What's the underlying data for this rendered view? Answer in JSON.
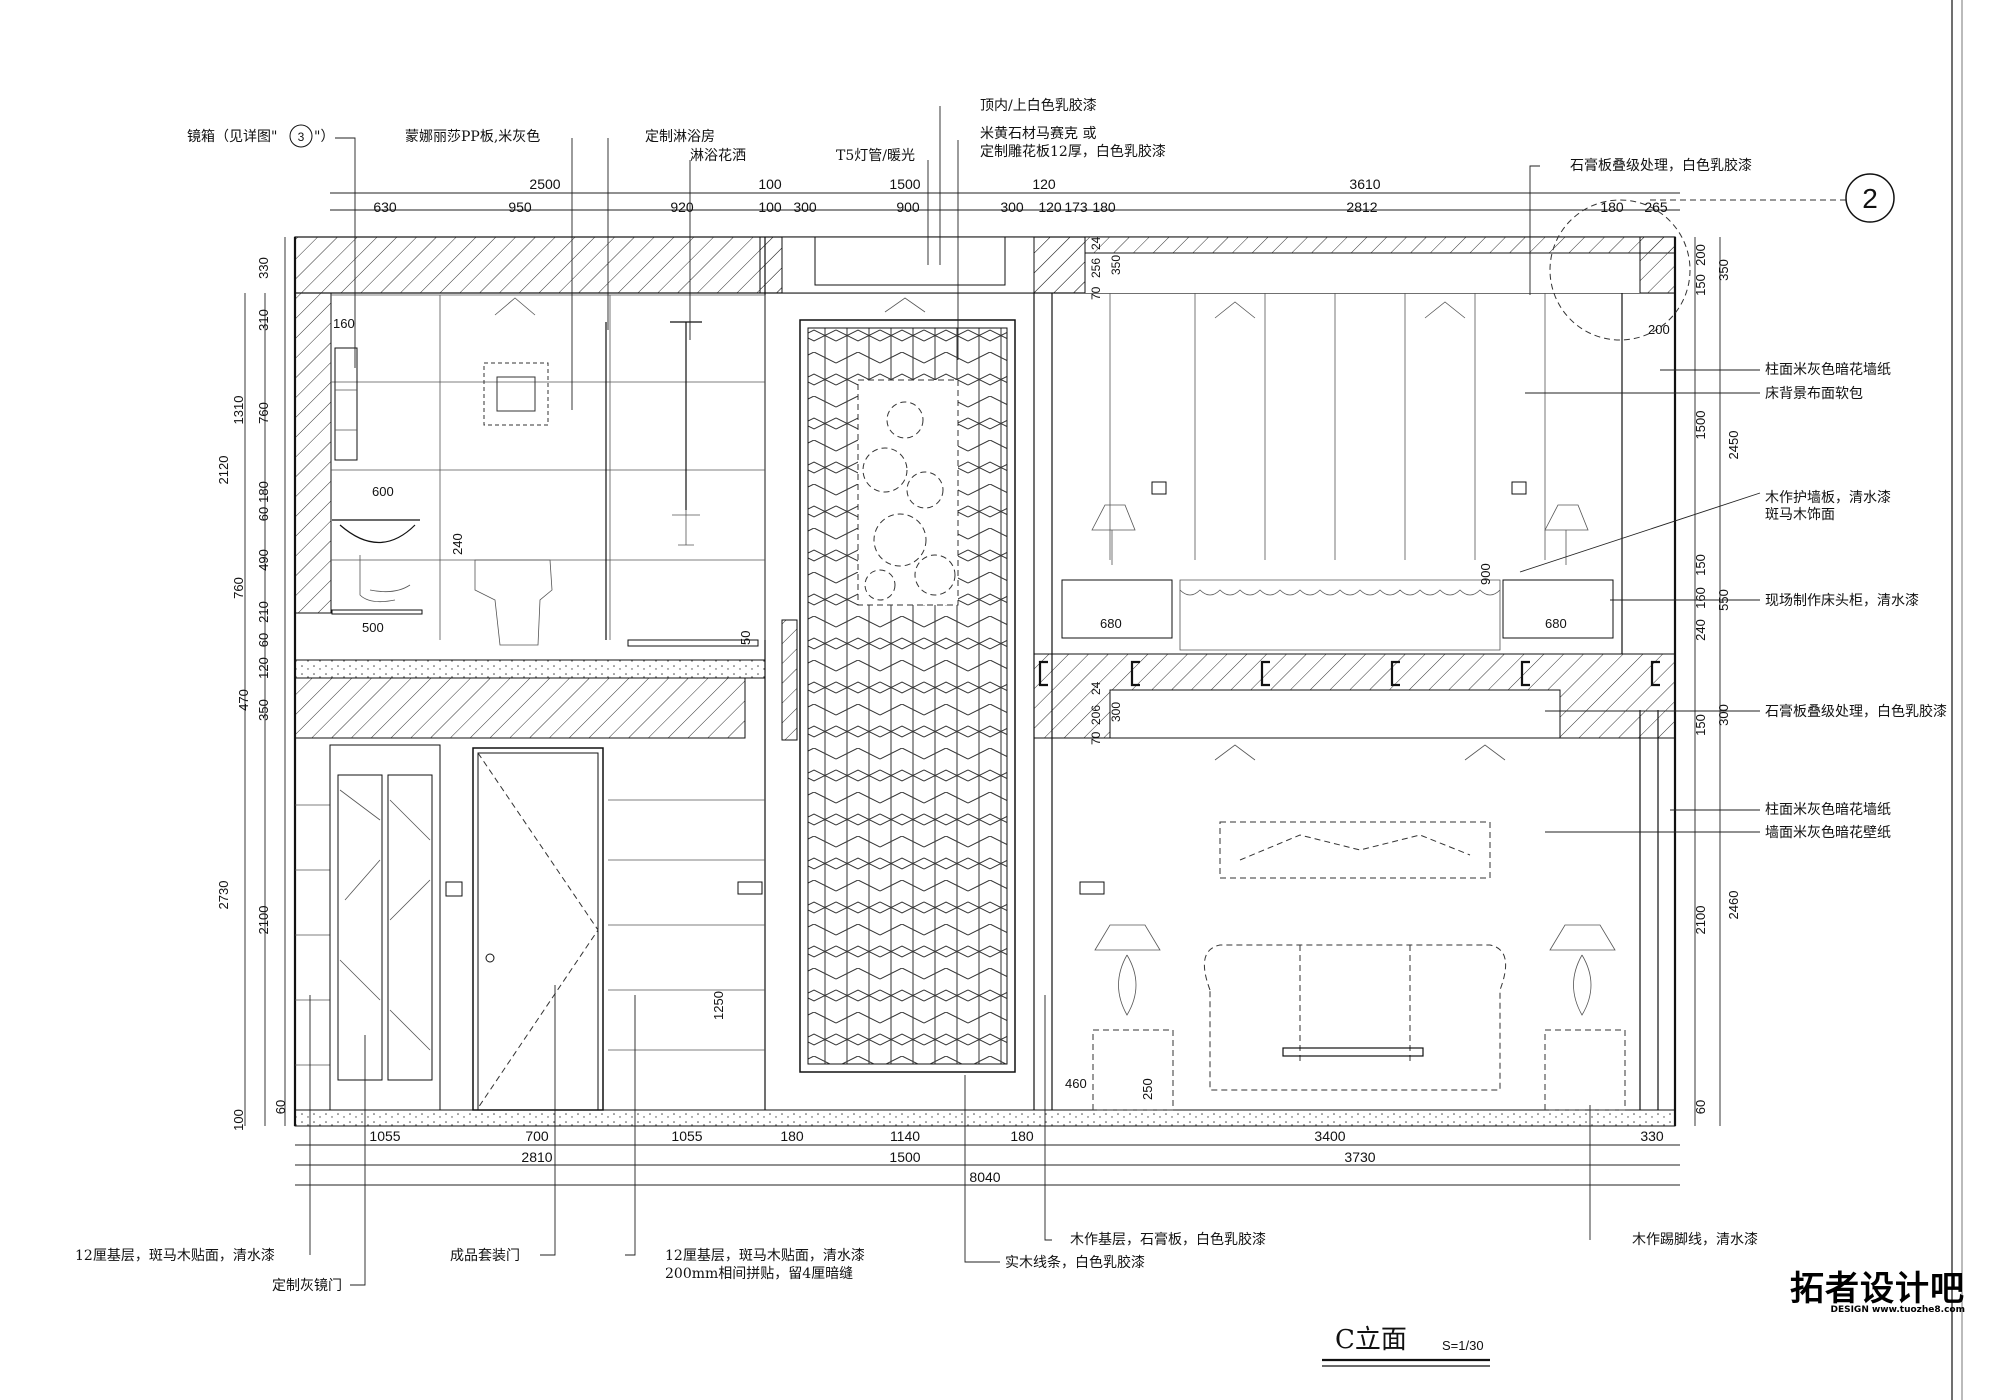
{
  "drawing": {
    "title": "C立面",
    "scale": "S=1/30",
    "detail_marker": "2",
    "dims_top_row1": [
      "2500",
      "100",
      "1500",
      "120",
      "3610"
    ],
    "dims_top_row2": [
      "630",
      "950",
      "920",
      "100",
      "300",
      "900",
      "300",
      "120",
      "173",
      "180",
      "2812",
      "180",
      "265"
    ],
    "dims_bottom_row1": [
      "1055",
      "700",
      "1055",
      "180",
      "1140",
      "180",
      "3400",
      "330"
    ],
    "dims_bottom_row2": [
      "2810",
      "1500",
      "3730"
    ],
    "dims_bottom_total": "8040",
    "dims_left_outer": [
      "2120",
      "2730"
    ],
    "dims_left_mid": [
      "1310",
      "760",
      "100"
    ],
    "dims_left_inner": [
      "330",
      "310",
      "760",
      "180",
      "60",
      "490",
      "210",
      "60",
      "120",
      "470",
      "350",
      "2100",
      "60"
    ],
    "dims_right": [
      "2450",
      "2460",
      "1500",
      "350",
      "200",
      "150",
      "150",
      "160",
      "240",
      "550",
      "300",
      "150",
      "2100",
      "60"
    ],
    "dims_internal": [
      "160",
      "600",
      "240",
      "500",
      "50",
      "256",
      "70",
      "24",
      "350",
      "200",
      "900",
      "680",
      "680",
      "206",
      "70",
      "24",
      "300",
      "1250",
      "460",
      "250"
    ],
    "labels_top": {
      "mirror_box": "镜箱（见详图\"",
      "mirror_box_ref": "3",
      "mirror_box_end": "\"）",
      "pp_panel": "蒙娜丽莎PP板,米灰色",
      "shower_room": "定制淋浴房",
      "shower_head": "淋浴花洒",
      "t5_lamp": "T5灯管/暖光",
      "ceiling_paint": "顶内/上白色乳胶漆",
      "mosaic_1": "米黄石材马赛克 或",
      "mosaic_2": "定制雕花板12厚，白色乳胶漆",
      "gypsum_top": "石膏板叠级处理，白色乳胶漆"
    },
    "labels_right": {
      "column_wallpaper_1": "柱面米灰色暗花墙纸",
      "bed_back": "床背景布面软包",
      "wood_panel_1": "木作护墙板，清水漆",
      "wood_panel_2": "斑马木饰面",
      "bedside": "现场制作床头柜，清水漆",
      "gypsum_mid": "石膏板叠级处理，白色乳胶漆",
      "column_wallpaper_2": "柱面米灰色暗花墙纸",
      "wall_wallpaper": "墙面米灰色暗花壁纸"
    },
    "labels_bottom": {
      "base_layer_1": "12厘基层，斑马木贴面，清水漆",
      "gray_mirror_door": "定制灰镜门",
      "door_set": "成品套装门",
      "base_layer_2a": "12厘基层，斑马木贴面，清水漆",
      "base_layer_2b": "200mm相间拼贴，留4厘暗缝",
      "wood_base": "木作基层，石膏板，白色乳胶漆",
      "solid_wood": "实木线条，白色乳胶漆",
      "skirting": "木作踢脚线，清水漆"
    }
  },
  "watermark": {
    "brand": "拓者设计吧",
    "sub": "DESIGN www.tuozhe8.com"
  }
}
